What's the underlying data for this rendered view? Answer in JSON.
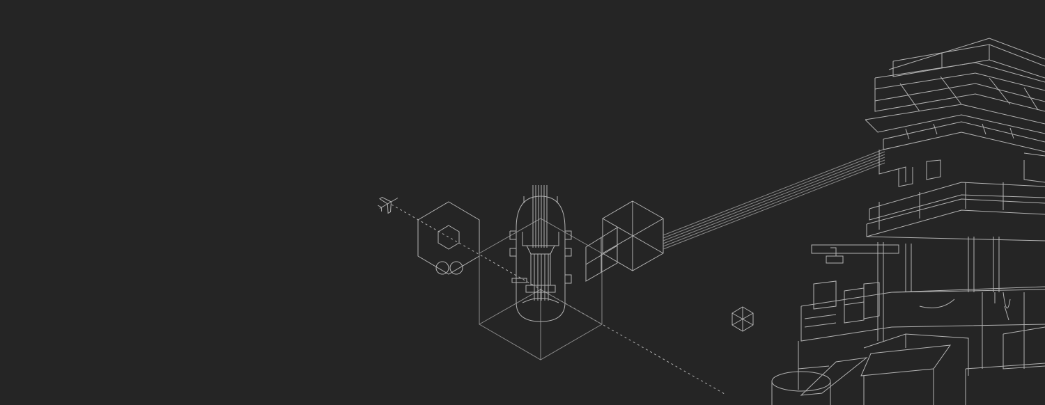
{
  "colors": {
    "background": "#252525",
    "line": "#b3b3b3",
    "line_dim": "#8a8a8a"
  },
  "icons": {
    "plane": "airplane-icon",
    "target": "hexagon-target-icon",
    "reactor": "reactor-schematic",
    "panel": "glass-panel",
    "cube": "wireframe-cube",
    "small_cube": "small-cube-icon",
    "tower": "industrial-tower-drawing"
  }
}
